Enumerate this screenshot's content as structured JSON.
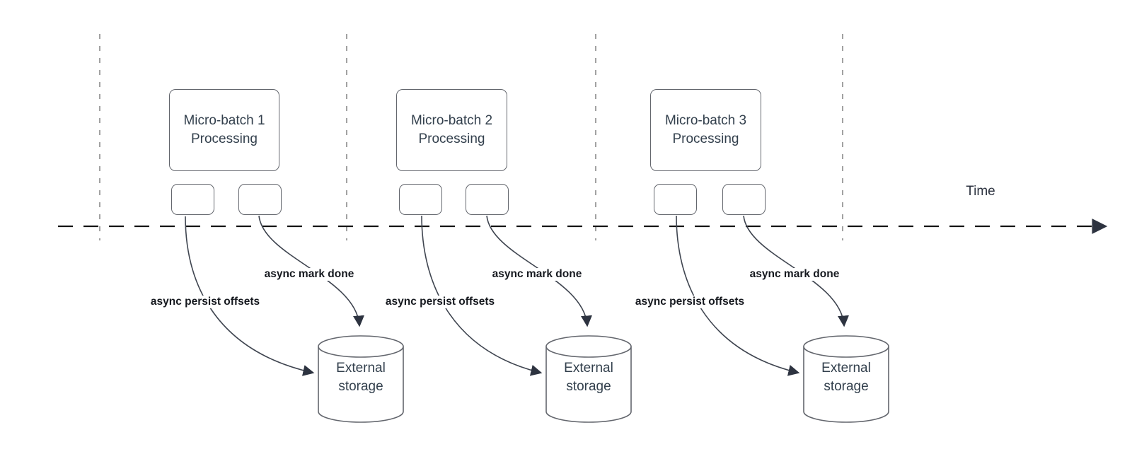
{
  "diagram": {
    "time_axis_label": "Time",
    "groups": [
      {
        "process_box_label": "Micro-batch 1\nProcessing",
        "persist_arrow_label": "async persist offsets",
        "mark_done_arrow_label": "async mark done",
        "storage_label": "External\nstorage"
      },
      {
        "process_box_label": "Micro-batch 2\nProcessing",
        "persist_arrow_label": "async persist offsets",
        "mark_done_arrow_label": "async mark done",
        "storage_label": "External\nstorage"
      },
      {
        "process_box_label": "Micro-batch 3\nProcessing",
        "persist_arrow_label": "async persist offsets",
        "mark_done_arrow_label": "async mark done",
        "storage_label": "External\nstorage"
      }
    ],
    "colors": {
      "background": "#ffffff",
      "shape_stroke": "#63666d",
      "shape_text": "#33404d",
      "edge_stroke": "#3f4550",
      "edge_label_text": "#16191f",
      "separator_dash": "#a2a2a2",
      "timeline_dash": "#141414",
      "arrowhead_fill": "#2d3340"
    }
  }
}
